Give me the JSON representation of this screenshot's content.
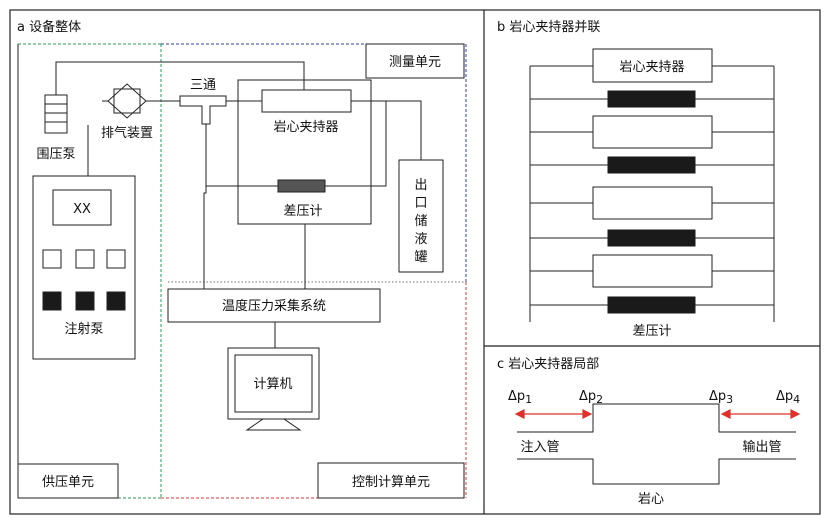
{
  "panel_a": {
    "title": "a 设备整体",
    "measurement_unit": "测量单元",
    "supply_unit": "供压单元",
    "control_unit": "控制计算单元",
    "confining_pump": "围压泵",
    "vent_device": "排气装置",
    "tee": "三通",
    "core_holder": "岩心夹持器",
    "diff_gauge": "差压计",
    "outlet_tank_chars": [
      "出",
      "口",
      "储",
      "液",
      "罐"
    ],
    "display_text": "XX",
    "injection_pump": "注射泵",
    "acquisition_system": "温度压力采集系统",
    "computer": "计算机"
  },
  "panel_b": {
    "title": "b 岩心夹持器并联",
    "top_holder": "岩心夹持器",
    "diff_gauge": "差压计"
  },
  "panel_c": {
    "title": "c 岩心夹持器局部",
    "dp_symbol": "Δp",
    "dp_subscripts": [
      "1",
      "2",
      "3",
      "4"
    ],
    "inlet_pipe": "注入管",
    "outlet_pipe": "输出管",
    "core": "岩心"
  },
  "colors": {
    "supply_boundary": "#2e9a55",
    "measure_boundary": "#2b3fa0",
    "control_boundary": "#d43b3b",
    "arrow": "#e0302b",
    "gauge_fill": "#1a1a1a",
    "dark_gauge_fill": "#555555"
  }
}
